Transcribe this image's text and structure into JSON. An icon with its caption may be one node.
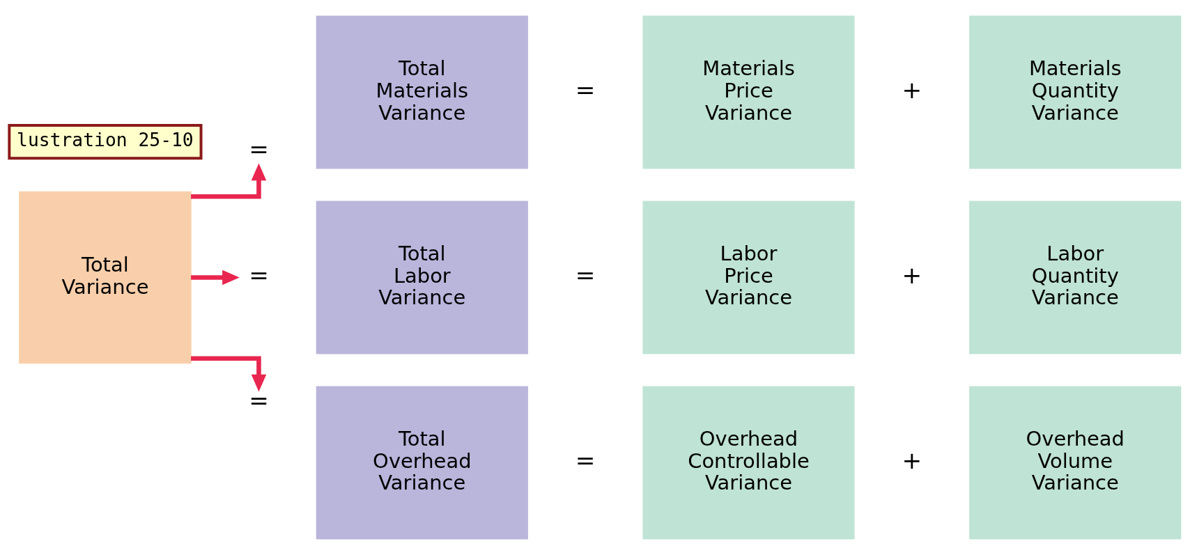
{
  "diagram": {
    "nodes": [
      {
        "text": [
          "lustration 25-10"
        ]
      },
      {
        "text": [
          "Total Variance"
        ]
      },
      {
        "text": [
          "="
        ]
      },
      {
        "text": [
          "Total Materials Variance"
        ]
      },
      {
        "text": [
          "Materials Price Variance"
        ]
      },
      {
        "text": [
          "Materials Quantity Variance"
        ]
      },
      {
        "text": [
          "="
        ]
      },
      {
        "text": [
          "Total Labor Variance"
        ]
      },
      {
        "text": [
          "Labor Price Variance"
        ]
      },
      {
        "text": [
          "Labor Quantity Variance"
        ]
      },
      {
        "text": [
          "="
        ]
      },
      {
        "text": [
          "Total Overhead Variance"
        ]
      },
      {
        "text": [
          "Overhead Controllable Variance"
        ]
      },
      {
        "text": [
          "Overhead Volume Variance"
        ]
      }
    ],
    "edges": [
      {
        "from": 1,
        "to": 2,
        "arrow": "to"
      },
      {
        "from": 1,
        "to": 6,
        "arrow": "to"
      },
      {
        "from": 1,
        "to": 10,
        "arrow": "to"
      }
    ],
    "labels": [
      "=",
      "+",
      "=",
      "+",
      "=",
      "+"
    ]
  }
}
